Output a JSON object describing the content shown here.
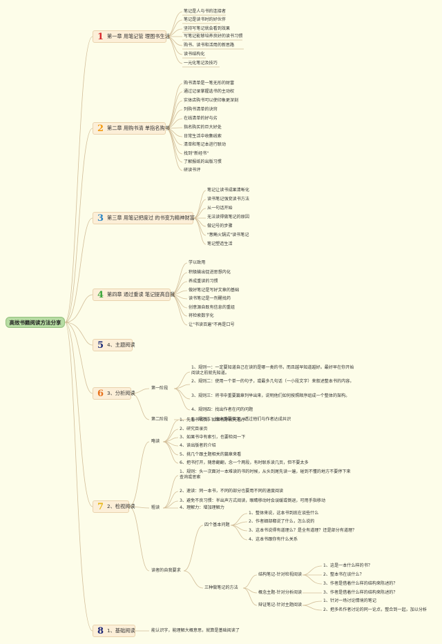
{
  "root": "高效书籍阅读方法分享",
  "ch1": {
    "num": "1",
    "title": "第一章 用笔记管 理图书生活",
    "items": [
      "笔记是人与书的连接者",
      "笔记是读书时的好伙伴",
      "坚持写笔记就会看到效果",
      "写笔记能够培养良好的读书习惯",
      "购书、读书和活用的新思路",
      "读书结构化",
      "一元化笔记及技巧"
    ]
  },
  "ch2": {
    "num": "2",
    "title": "第二章 用购书清 单指名购书",
    "items": [
      "购书清单是一笔无形的财富",
      "通过记录掌握选书的主动权",
      "实体店购书可以使印象更深刻",
      "列购书清单的诀窍",
      "在线清单的好与劣",
      "指名购买的巨大好处",
      "日常生活中收集线索",
      "清单和笔记本进行联动",
      "找到\"新经书\"",
      "了解报纸的出版习惯",
      "研读书评"
    ]
  },
  "ch3": {
    "num": "3",
    "title": "第三章 用笔记把度过 的书变为精神财富",
    "items": [
      "笔记让读书成果清晰化",
      "读书笔记强变读书方法",
      "从一句话开始",
      "无法读得做笔记的原因",
      "做记号的步骤",
      "\"葱鲔火锅式\"读书笔记",
      "笔记塑造生活"
    ]
  },
  "ch4": {
    "num": "4",
    "title": "第四章 通过重读 笔记提高自我",
    "items": [
      "学以致用",
      "积极输出促进思想内化",
      "养成重读的习惯",
      "做好笔记是写好文章的基础",
      "读书笔记是一剂醒找药",
      "创意源自既有信息的重组",
      "将检索数字化",
      "让\"书读百遍\"不再是口号"
    ]
  },
  "ch5": {
    "num": "5",
    "title": "4、主题阅读"
  },
  "ch6": {
    "num": "6",
    "title": "3、分析阅读",
    "stage1": "第一阶段",
    "s1items": [
      "1、规则一：一定要知道自己在读的是哪一类的书，而且越早知道越好。最好早在你开始阅读之前就先知道。",
      "2、规则二：使用一个单一的句子，或最多几句话（一小段文字）来叙述整本书的内容。",
      "3、规则三：将书中重要篇章列举出来，说明他们如何按照顺序组成一个整体的架构。",
      "4、规则四：找出作者在问的问题"
    ],
    "stage2": "第二阶段",
    "s2items": [
      "1、规则五：找出重要单字，透过他们与作者达成共识"
    ]
  },
  "ch7": {
    "num": "7",
    "title": "2、检视阅读",
    "skim": "略读",
    "skimItems": [
      "1、先看书名页，如果有序就先看序",
      "2、研究目录页",
      "3、如果书中有索引，也要检阅一下",
      "4、读出版者的介绍",
      "5、挑几个跟主题相关的篇章来看",
      "6、把书打开，随意翻翻，念一个两段，有时联系读几页，但不要太多"
    ],
    "rough": "粗读",
    "roughItems": [
      "1、规则：头一次面对一本难读的书的时候，从头到尾先读一遍，碰到不懂的地方不要停下来查询或思索",
      "2、速读：同一本书，不同的部分也要用不同的速度阅读",
      "3、避免不良习惯：半出声方式阅读，眼睛移动时会误缓或倒退，可用手指移动",
      "4、理解力：增加理解力"
    ],
    "selfReq": "读者的自我要求",
    "fourQ": "四个基本问题",
    "fourQItems": [
      "1、整体来说，这本书到底在谈些什么",
      "2、作者细部都说了什么，怎么说的",
      "3、这本书说得有道理么？是全有道理？还是部分有道理？",
      "4、这本书跟你有什么关系"
    ],
    "threeNotes": "三种做笔记的方法",
    "structNote": "结构笔记-针对检视阅读",
    "structItems": [
      "1、这是一本什么样的书？",
      "2、整本书在谈什么？",
      "3、作者是借着什么样的结构来陈述的？"
    ],
    "conceptNote": "概念主题-针对分析阅读",
    "conceptItems": [
      "3、作者是借着什么样的结构来陈述的？"
    ],
    "dialecticNote": "辩证笔记-针对主题阅读",
    "dialecticItems": [
      "1、针对一场讨论情境的笔记",
      "2、把多名作者讨论的同一论点，整合到一起，加以分析"
    ]
  },
  "ch8": {
    "num": "8",
    "title": "1、基础阅读",
    "items": [
      "能认识字，能理解大概意思，就算是基础阅读了"
    ]
  },
  "colors": {
    "red": "#d8262b",
    "orange": "#f39c12",
    "blue": "#2a86c5",
    "green": "#3aa63a",
    "navy": "#1e2d7a",
    "orange6": "#e8721c",
    "yellow": "#e8b617",
    "darknavy": "#1c2675",
    "line": "#cdb48c"
  }
}
